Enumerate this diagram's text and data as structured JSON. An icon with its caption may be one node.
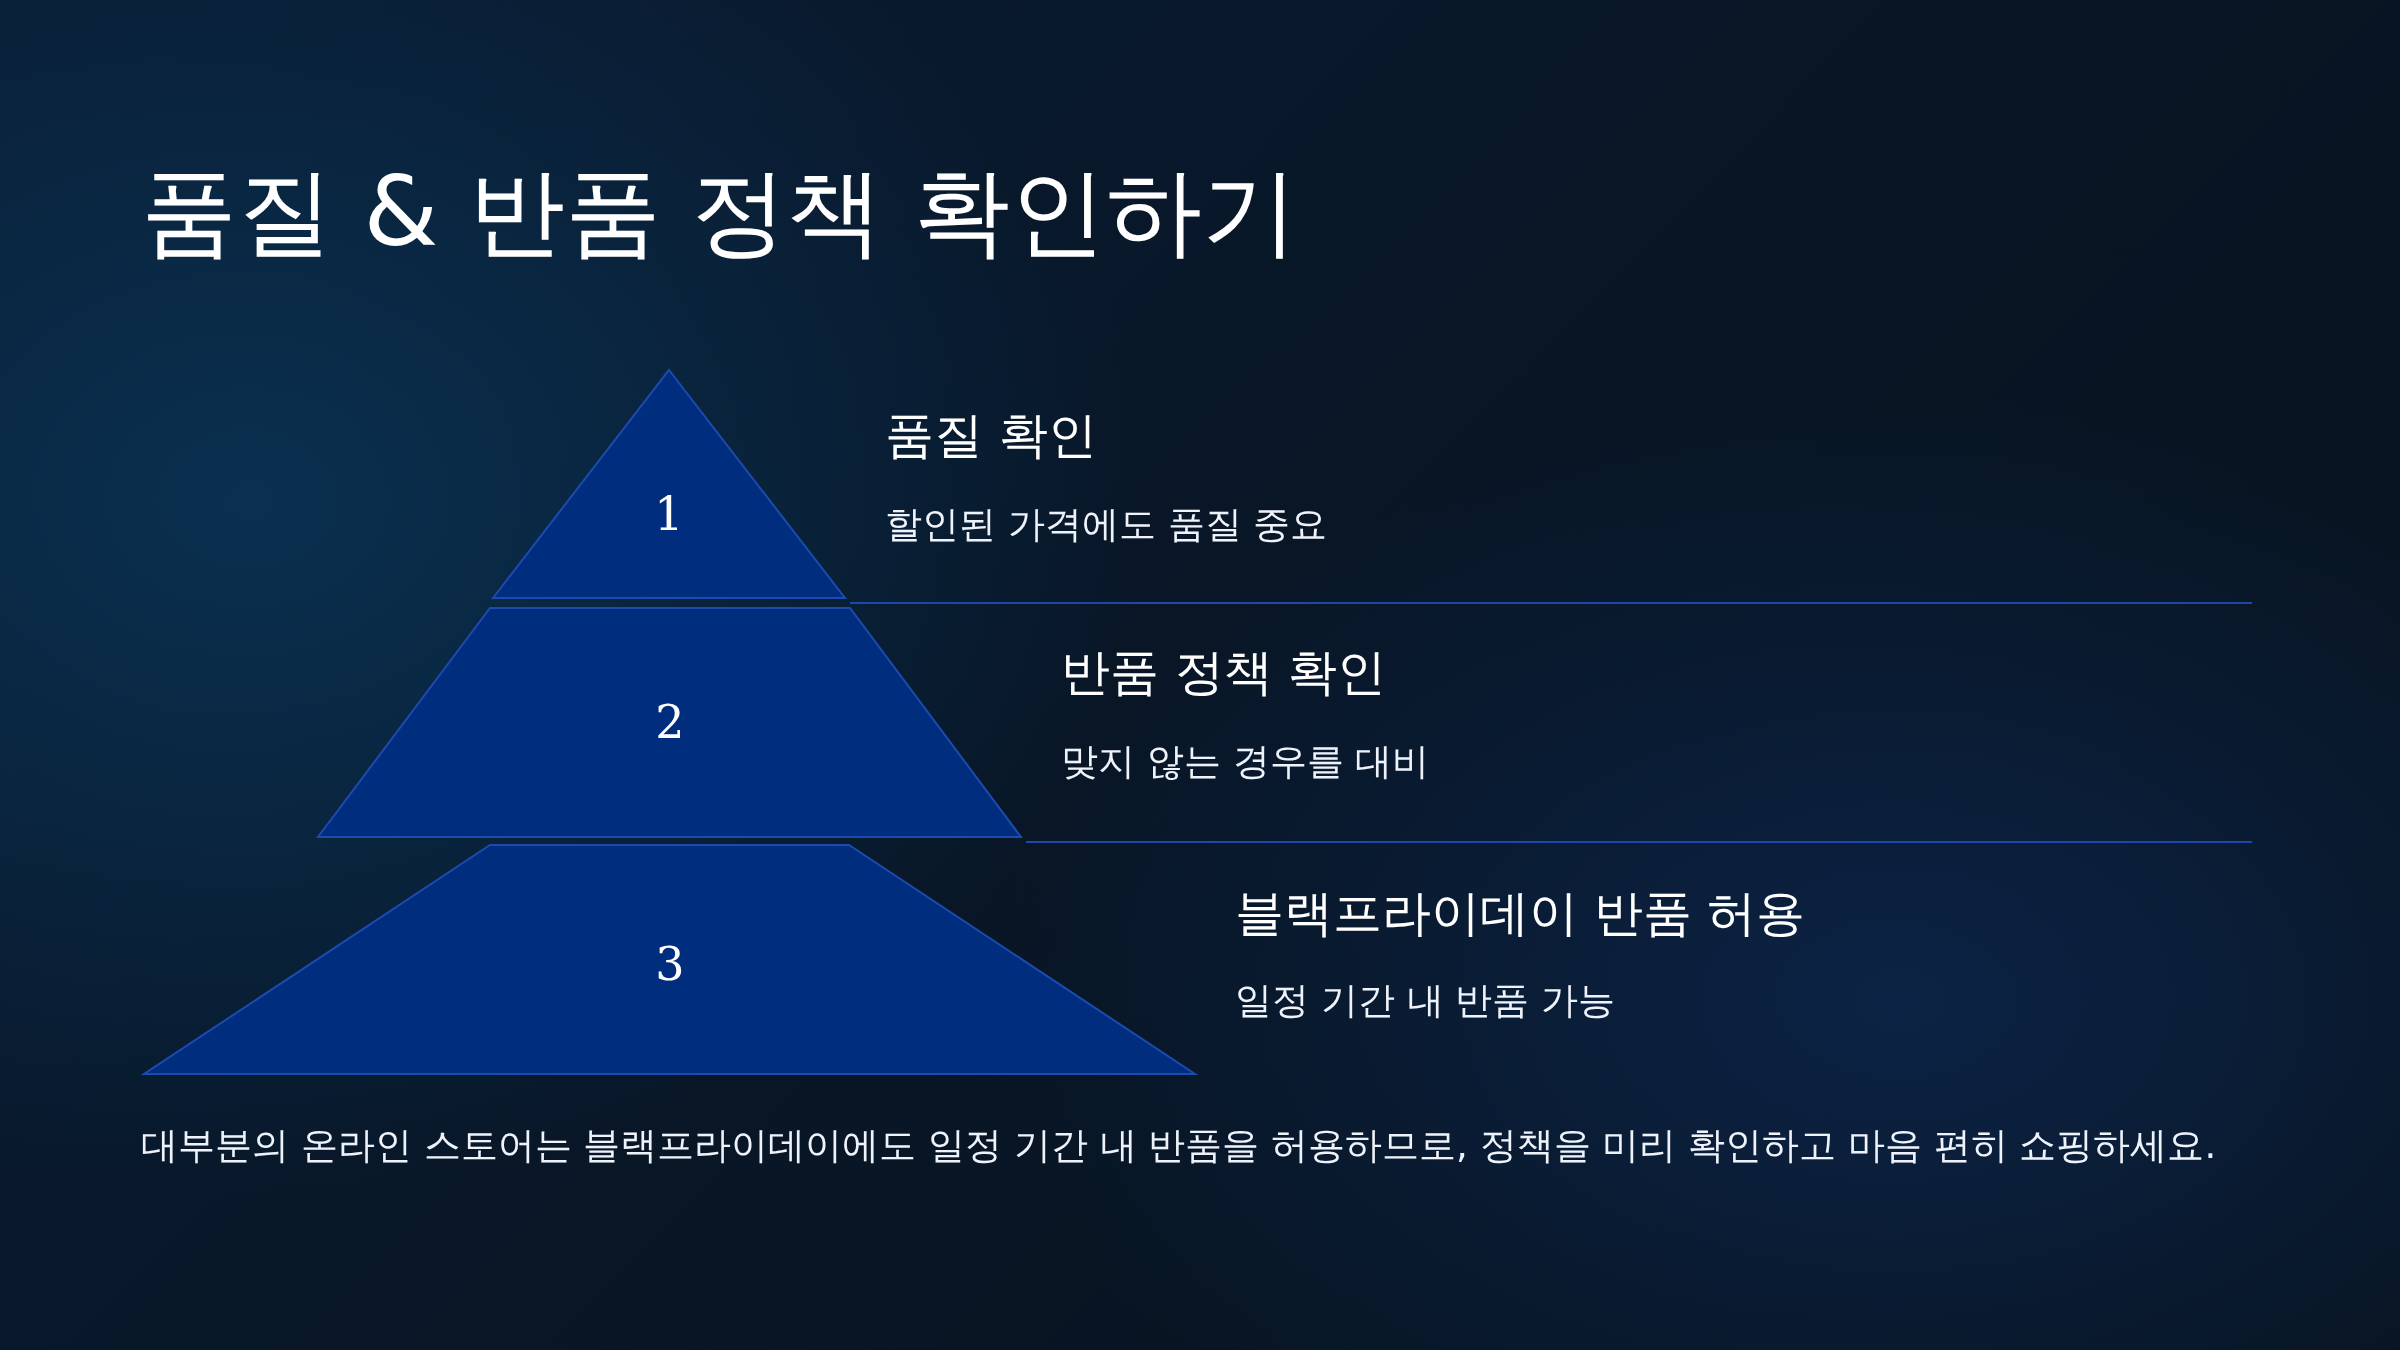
{
  "diagram": {
    "title": "품질 & 반품 정책 확인하기",
    "nodes": [
      {
        "text": [
          "1"
        ],
        "beside": [
          "품질 확인",
          "할인된 가격에도 품질 중요"
        ]
      },
      {
        "text": [
          "2"
        ],
        "beside": [
          "반품 정책 확인",
          "맞지 않는 경우를 대비"
        ]
      },
      {
        "text": [
          "3"
        ],
        "beside": [
          "블랙프라이데이 반품 허용",
          "일정 기간 내 반품 가능"
        ]
      }
    ],
    "labels": [
      "대부분의 온라인 스토어는 블랙프라이데이에도 일정 기간 내 반품을 허용하므로, 정책을 미리 확인하고 마음 편히 쇼핑하세요."
    ]
  }
}
